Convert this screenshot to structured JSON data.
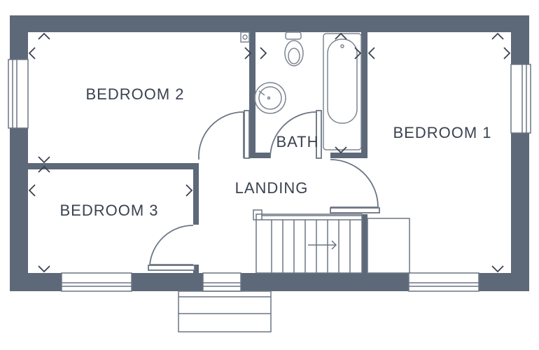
{
  "rooms": {
    "bedroom_2": "BEDROOM 2",
    "bedroom_1": "BEDROOM 1",
    "bedroom_3": "BEDROOM 3",
    "bath": "BATH",
    "landing": "LANDING"
  },
  "colors": {
    "wall": "#5d6878",
    "line": "#6b7584",
    "fixture": "#7c8592",
    "text": "#3a4250"
  }
}
